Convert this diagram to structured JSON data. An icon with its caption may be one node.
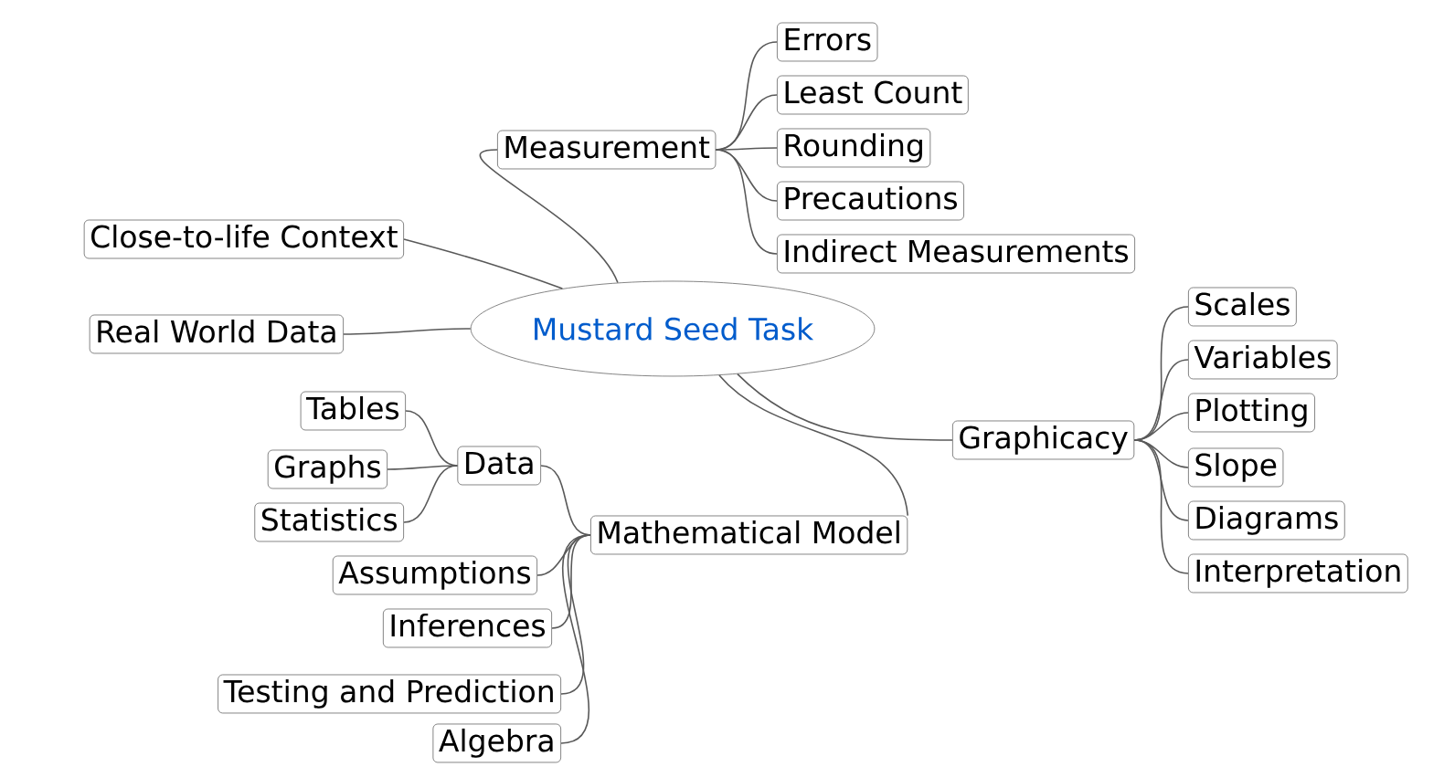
{
  "diagram": {
    "nodes": [
      {
        "text": [
          "Mustard Seed Task"
        ]
      },
      {
        "text": [
          "Measurement"
        ]
      },
      {
        "text": [
          "Errors"
        ]
      },
      {
        "text": [
          "Least Count"
        ]
      },
      {
        "text": [
          "Rounding"
        ]
      },
      {
        "text": [
          "Precautions"
        ]
      },
      {
        "text": [
          "Indirect Measurements"
        ]
      },
      {
        "text": [
          "Close-to-life Context"
        ]
      },
      {
        "text": [
          "Real World Data"
        ]
      },
      {
        "text": [
          "Graphicacy"
        ]
      },
      {
        "text": [
          "Scales"
        ]
      },
      {
        "text": [
          "Variables"
        ]
      },
      {
        "text": [
          "Plotting"
        ]
      },
      {
        "text": [
          "Slope"
        ]
      },
      {
        "text": [
          "Diagrams"
        ]
      },
      {
        "text": [
          "Interpretation"
        ]
      },
      {
        "text": [
          "Mathematical Model"
        ]
      },
      {
        "text": [
          "Data"
        ]
      },
      {
        "text": [
          "Tables"
        ]
      },
      {
        "text": [
          "Graphs"
        ]
      },
      {
        "text": [
          "Statistics"
        ]
      },
      {
        "text": [
          "Assumptions"
        ]
      },
      {
        "text": [
          "Inferences"
        ]
      },
      {
        "text": [
          "Testing and Prediction"
        ]
      },
      {
        "text": [
          "Algebra"
        ]
      }
    ],
    "edges": [
      {
        "from": 0,
        "to": 1,
        "arrow": "none"
      },
      {
        "from": 1,
        "to": 2,
        "arrow": "none"
      },
      {
        "from": 1,
        "to": 3,
        "arrow": "none"
      },
      {
        "from": 1,
        "to": 4,
        "arrow": "none"
      },
      {
        "from": 1,
        "to": 5,
        "arrow": "none"
      },
      {
        "from": 1,
        "to": 6,
        "arrow": "none"
      },
      {
        "from": 0,
        "to": 7,
        "arrow": "none"
      },
      {
        "from": 0,
        "to": 8,
        "arrow": "none"
      },
      {
        "from": 0,
        "to": 9,
        "arrow": "none"
      },
      {
        "from": 9,
        "to": 10,
        "arrow": "none"
      },
      {
        "from": 9,
        "to": 11,
        "arrow": "none"
      },
      {
        "from": 9,
        "to": 12,
        "arrow": "none"
      },
      {
        "from": 9,
        "to": 13,
        "arrow": "none"
      },
      {
        "from": 9,
        "to": 14,
        "arrow": "none"
      },
      {
        "from": 9,
        "to": 15,
        "arrow": "none"
      },
      {
        "from": 0,
        "to": 16,
        "arrow": "none"
      },
      {
        "from": 16,
        "to": 17,
        "arrow": "none"
      },
      {
        "from": 17,
        "to": 18,
        "arrow": "none"
      },
      {
        "from": 17,
        "to": 19,
        "arrow": "none"
      },
      {
        "from": 17,
        "to": 20,
        "arrow": "none"
      },
      {
        "from": 16,
        "to": 21,
        "arrow": "none"
      },
      {
        "from": 16,
        "to": 22,
        "arrow": "none"
      },
      {
        "from": 16,
        "to": 23,
        "arrow": "none"
      },
      {
        "from": 16,
        "to": 24,
        "arrow": "none"
      }
    ]
  }
}
